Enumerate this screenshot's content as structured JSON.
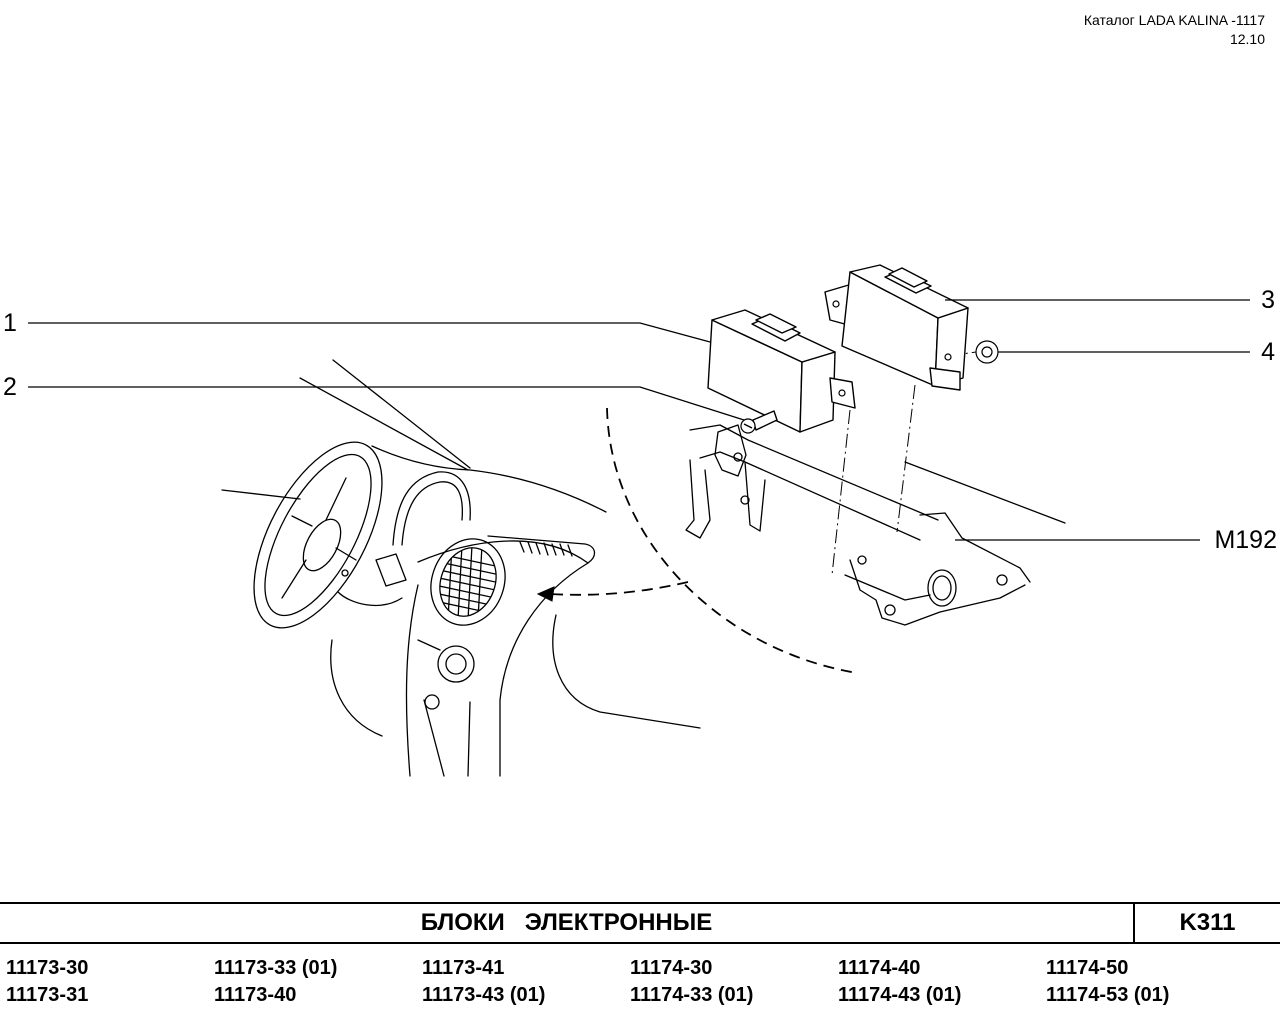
{
  "header": {
    "catalog_title": "Каталог LADA KALINA -1117",
    "edition_date": "12.10"
  },
  "diagram": {
    "callouts": [
      {
        "label": "1"
      },
      {
        "label": "2"
      },
      {
        "label": "3"
      },
      {
        "label": "4"
      },
      {
        "label": "M192"
      }
    ]
  },
  "footer": {
    "section_title": "БЛОКИ   ЭЛЕКТРОННЫЕ",
    "section_code": "K311",
    "model_rows": [
      [
        "11173-30",
        "11173-33 (01)",
        "11173-41",
        "11174-30",
        "11174-40",
        "11174-50"
      ],
      [
        "11173-31",
        "11173-40",
        "11173-43 (01)",
        "11174-33 (01)",
        "11174-43 (01)",
        "11174-53 (01)"
      ]
    ]
  },
  "colors": {
    "ink": "#000000",
    "paper": "#ffffff"
  }
}
